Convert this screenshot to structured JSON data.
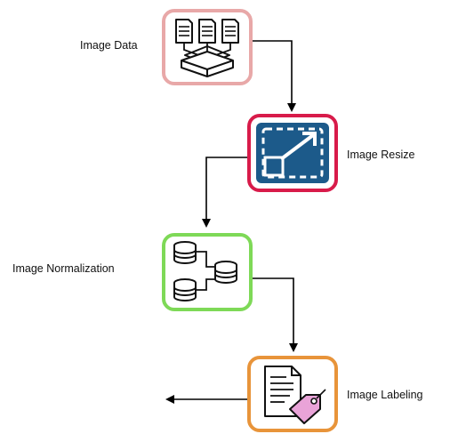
{
  "steps": [
    {
      "label": "Image Data",
      "border_color": "#e8a8a8",
      "icon": "documents-into-tray-icon"
    },
    {
      "label": "Image Resize",
      "border_color": "#d81b4a",
      "icon_bg": "#1c5a8a",
      "icon": "resize-arrow-icon"
    },
    {
      "label": "Image Normalization",
      "border_color": "#7ed957",
      "icon": "database-cylinders-icon"
    },
    {
      "label": "Image Labeling",
      "border_color": "#e8943a",
      "icon": "document-price-tag-icon"
    }
  ],
  "colors": {
    "arrow": "#000000",
    "tag_fill": "#e9a3d8"
  }
}
